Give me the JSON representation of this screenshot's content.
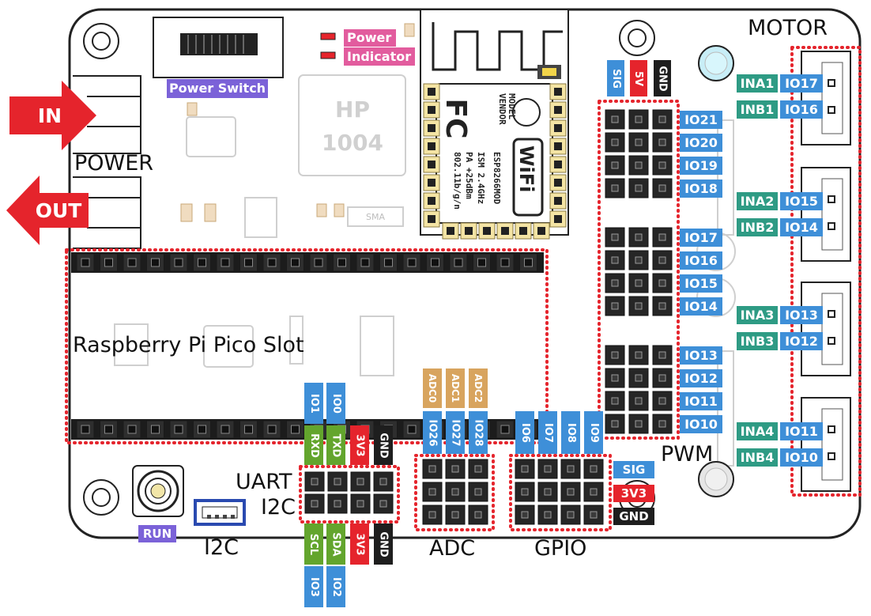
{
  "titles": {
    "motor": "MOTOR",
    "power": "POWER",
    "pwm": "PWM",
    "pico": "Raspberry Pi Pico Slot",
    "uart": "UART",
    "i2c_header": "I2C",
    "i2c_conn": "I2C",
    "adc": "ADC",
    "gpio": "GPIO"
  },
  "arrows": {
    "in": "IN",
    "out": "OUT"
  },
  "labels": {
    "power_switch": "Power Switch",
    "power_indicator_1": "Power",
    "power_indicator_2": "Indicator",
    "run": "RUN",
    "top_sig": "SIG",
    "top_5v": "5V",
    "top_gnd": "GND",
    "gpio_sig": "SIG",
    "gpio_3v3": "3V3",
    "gpio_gnd": "GND"
  },
  "board_print": {
    "inductor_line1": "HP",
    "inductor_line2": "1004",
    "module_lines": [
      "ESP8266MOD",
      "ISM 2.4GHz",
      "PA +25dBm",
      "802.11b/g/n"
    ],
    "vendor": "VENDOR",
    "model": "MODEL",
    "wifi": "WiFi",
    "sma": "SMA"
  },
  "pwm_labels": [
    "IO21",
    "IO20",
    "IO19",
    "IO18",
    "IO17",
    "IO16",
    "IO15",
    "IO14",
    "IO13",
    "IO12",
    "IO11",
    "IO10"
  ],
  "motor_labels": [
    {
      "pin": "INA1",
      "io": "IO17"
    },
    {
      "pin": "INB1",
      "io": "IO16"
    },
    {
      "pin": "INA2",
      "io": "IO15"
    },
    {
      "pin": "INB2",
      "io": "IO14"
    },
    {
      "pin": "INA3",
      "io": "IO13"
    },
    {
      "pin": "INB3",
      "io": "IO12"
    },
    {
      "pin": "INA4",
      "io": "IO11"
    },
    {
      "pin": "INB4",
      "io": "IO10"
    }
  ],
  "uart_top": {
    "io": [
      "IO1",
      "IO0"
    ],
    "func": [
      "RXD",
      "TXD",
      "3V3",
      "GND"
    ]
  },
  "i2c_bottom": {
    "func": [
      "SCL",
      "SDA",
      "3V3",
      "GND"
    ],
    "io": [
      "IO3",
      "IO2"
    ]
  },
  "adc_top": {
    "adc": [
      "ADC0",
      "ADC1",
      "ADC2"
    ],
    "io": [
      "IO26",
      "IO27",
      "IO28"
    ]
  },
  "gpio_top": [
    "IO6",
    "IO7",
    "IO8",
    "IO9"
  ],
  "colors": {
    "blue": "#3e8fd8",
    "teal": "#2e9b84",
    "red": "#e5242c",
    "green": "#63a52d",
    "black": "#1e1e1e",
    "tan": "#d8a45e",
    "purple": "#7b62d8",
    "pink": "#e25c9e",
    "dotted_outline": "#e5242c"
  }
}
